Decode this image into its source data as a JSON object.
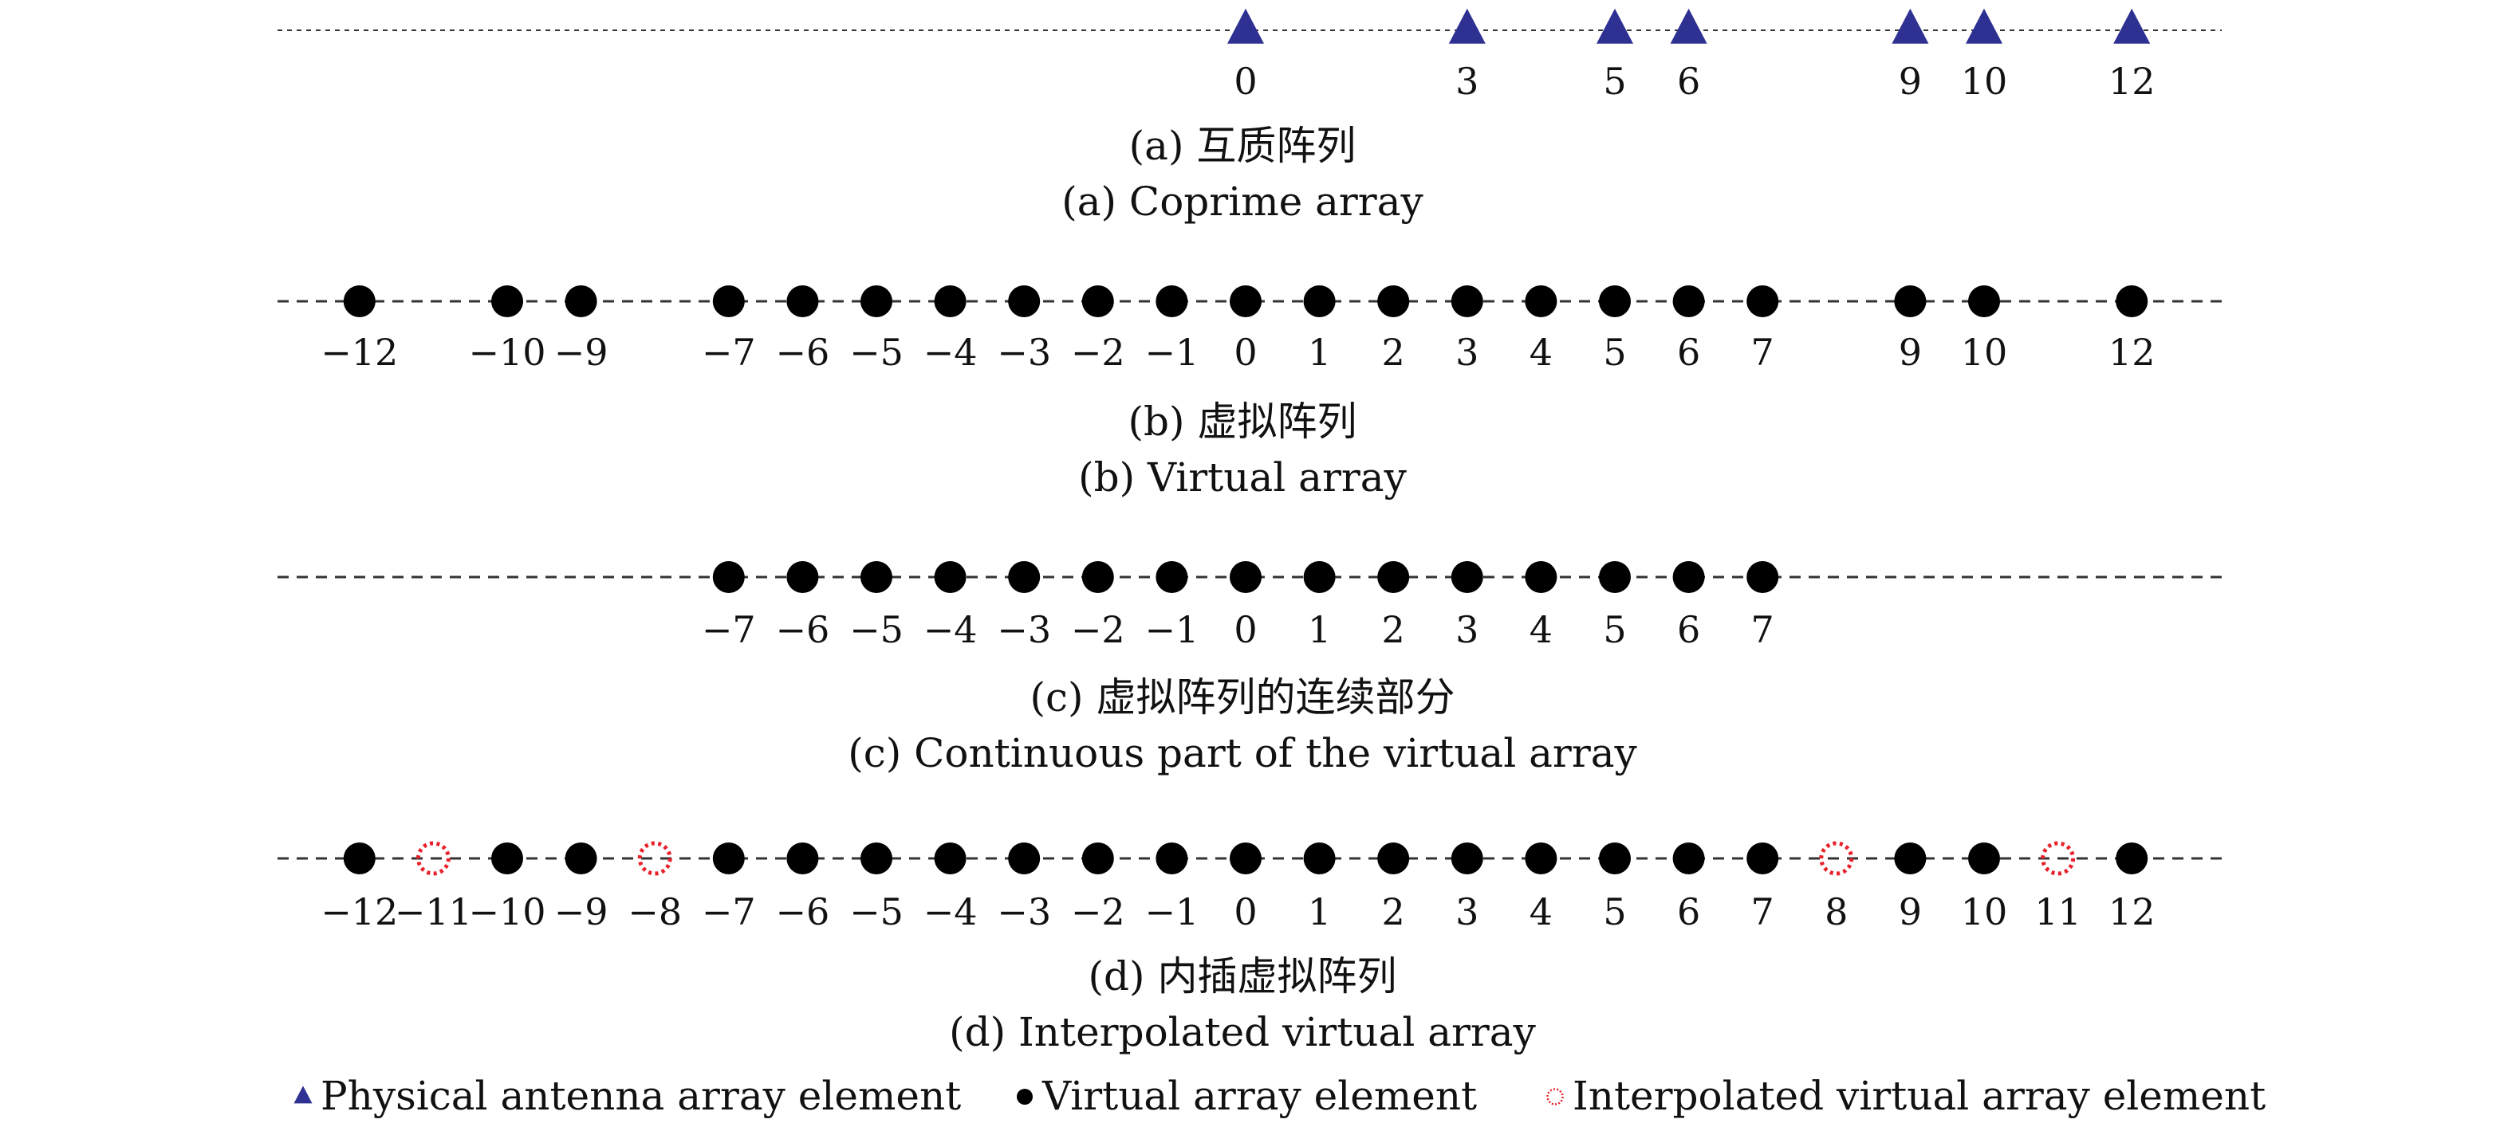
{
  "colors": {
    "physical": "#2e3192",
    "virtual": "#000000",
    "interpolated": "#e8202a",
    "axis": "#333333"
  },
  "panels": [
    {
      "id": "a",
      "caption_cn": "(a) 互质阵列",
      "caption_en": "(a) Coprime array",
      "axis_range": [
        -13.2,
        13.2
      ],
      "elements": [
        {
          "pos": 0,
          "type": "physical",
          "label": "0"
        },
        {
          "pos": 3,
          "type": "physical",
          "label": "3"
        },
        {
          "pos": 5,
          "type": "physical",
          "label": "5"
        },
        {
          "pos": 6,
          "type": "physical",
          "label": "6"
        },
        {
          "pos": 9,
          "type": "physical",
          "label": "9"
        },
        {
          "pos": 10,
          "type": "physical",
          "label": "10"
        },
        {
          "pos": 12,
          "type": "physical",
          "label": "12"
        }
      ]
    },
    {
      "id": "b",
      "caption_cn": "(b) 虚拟阵列",
      "caption_en": "(b) Virtual array",
      "axis_range": [
        -13.2,
        13.2
      ],
      "elements": [
        {
          "pos": -12,
          "type": "virtual",
          "label": "−12"
        },
        {
          "pos": -10,
          "type": "virtual",
          "label": "−10"
        },
        {
          "pos": -9,
          "type": "virtual",
          "label": "−9"
        },
        {
          "pos": -7,
          "type": "virtual",
          "label": "−7"
        },
        {
          "pos": -6,
          "type": "virtual",
          "label": "−6"
        },
        {
          "pos": -5,
          "type": "virtual",
          "label": "−5"
        },
        {
          "pos": -4,
          "type": "virtual",
          "label": "−4"
        },
        {
          "pos": -3,
          "type": "virtual",
          "label": "−3"
        },
        {
          "pos": -2,
          "type": "virtual",
          "label": "−2"
        },
        {
          "pos": -1,
          "type": "virtual",
          "label": "−1"
        },
        {
          "pos": 0,
          "type": "virtual",
          "label": "0"
        },
        {
          "pos": 1,
          "type": "virtual",
          "label": "1"
        },
        {
          "pos": 2,
          "type": "virtual",
          "label": "2"
        },
        {
          "pos": 3,
          "type": "virtual",
          "label": "3"
        },
        {
          "pos": 4,
          "type": "virtual",
          "label": "4"
        },
        {
          "pos": 5,
          "type": "virtual",
          "label": "5"
        },
        {
          "pos": 6,
          "type": "virtual",
          "label": "6"
        },
        {
          "pos": 7,
          "type": "virtual",
          "label": "7"
        },
        {
          "pos": 9,
          "type": "virtual",
          "label": "9"
        },
        {
          "pos": 10,
          "type": "virtual",
          "label": "10"
        },
        {
          "pos": 12,
          "type": "virtual",
          "label": "12"
        }
      ]
    },
    {
      "id": "c",
      "caption_cn": "(c) 虚拟阵列的连续部分",
      "caption_en": "(c) Continuous part of the virtual array",
      "axis_range": [
        -13.2,
        13.2
      ],
      "elements": [
        {
          "pos": -7,
          "type": "virtual",
          "label": "−7"
        },
        {
          "pos": -6,
          "type": "virtual",
          "label": "−6"
        },
        {
          "pos": -5,
          "type": "virtual",
          "label": "−5"
        },
        {
          "pos": -4,
          "type": "virtual",
          "label": "−4"
        },
        {
          "pos": -3,
          "type": "virtual",
          "label": "−3"
        },
        {
          "pos": -2,
          "type": "virtual",
          "label": "−2"
        },
        {
          "pos": -1,
          "type": "virtual",
          "label": "−1"
        },
        {
          "pos": 0,
          "type": "virtual",
          "label": "0"
        },
        {
          "pos": 1,
          "type": "virtual",
          "label": "1"
        },
        {
          "pos": 2,
          "type": "virtual",
          "label": "2"
        },
        {
          "pos": 3,
          "type": "virtual",
          "label": "3"
        },
        {
          "pos": 4,
          "type": "virtual",
          "label": "4"
        },
        {
          "pos": 5,
          "type": "virtual",
          "label": "5"
        },
        {
          "pos": 6,
          "type": "virtual",
          "label": "6"
        },
        {
          "pos": 7,
          "type": "virtual",
          "label": "7"
        }
      ]
    },
    {
      "id": "d",
      "caption_cn": "(d) 内插虚拟阵列",
      "caption_en": "(d) Interpolated virtual array",
      "axis_range": [
        -13.2,
        13.2
      ],
      "elements": [
        {
          "pos": -12,
          "type": "virtual",
          "label": "−12"
        },
        {
          "pos": -11,
          "type": "interpolated",
          "label": "−11"
        },
        {
          "pos": -10,
          "type": "virtual",
          "label": "−10"
        },
        {
          "pos": -9,
          "type": "virtual",
          "label": "−9"
        },
        {
          "pos": -8,
          "type": "interpolated",
          "label": "−8"
        },
        {
          "pos": -7,
          "type": "virtual",
          "label": "−7"
        },
        {
          "pos": -6,
          "type": "virtual",
          "label": "−6"
        },
        {
          "pos": -5,
          "type": "virtual",
          "label": "−5"
        },
        {
          "pos": -4,
          "type": "virtual",
          "label": "−4"
        },
        {
          "pos": -3,
          "type": "virtual",
          "label": "−3"
        },
        {
          "pos": -2,
          "type": "virtual",
          "label": "−2"
        },
        {
          "pos": -1,
          "type": "virtual",
          "label": "−1"
        },
        {
          "pos": 0,
          "type": "virtual",
          "label": "0"
        },
        {
          "pos": 1,
          "type": "virtual",
          "label": "1"
        },
        {
          "pos": 2,
          "type": "virtual",
          "label": "2"
        },
        {
          "pos": 3,
          "type": "virtual",
          "label": "3"
        },
        {
          "pos": 4,
          "type": "virtual",
          "label": "4"
        },
        {
          "pos": 5,
          "type": "virtual",
          "label": "5"
        },
        {
          "pos": 6,
          "type": "virtual",
          "label": "6"
        },
        {
          "pos": 7,
          "type": "virtual",
          "label": "7"
        },
        {
          "pos": 8,
          "type": "interpolated",
          "label": "8"
        },
        {
          "pos": 9,
          "type": "virtual",
          "label": "9"
        },
        {
          "pos": 10,
          "type": "virtual",
          "label": "10"
        },
        {
          "pos": 11,
          "type": "interpolated",
          "label": "11"
        },
        {
          "pos": 12,
          "type": "virtual",
          "label": "12"
        }
      ]
    }
  ],
  "legend": [
    {
      "type": "physical",
      "label": "Physical antenna array element"
    },
    {
      "type": "virtual",
      "label": "Virtual array element"
    },
    {
      "type": "interpolated",
      "label": "Interpolated virtual array element"
    }
  ]
}
